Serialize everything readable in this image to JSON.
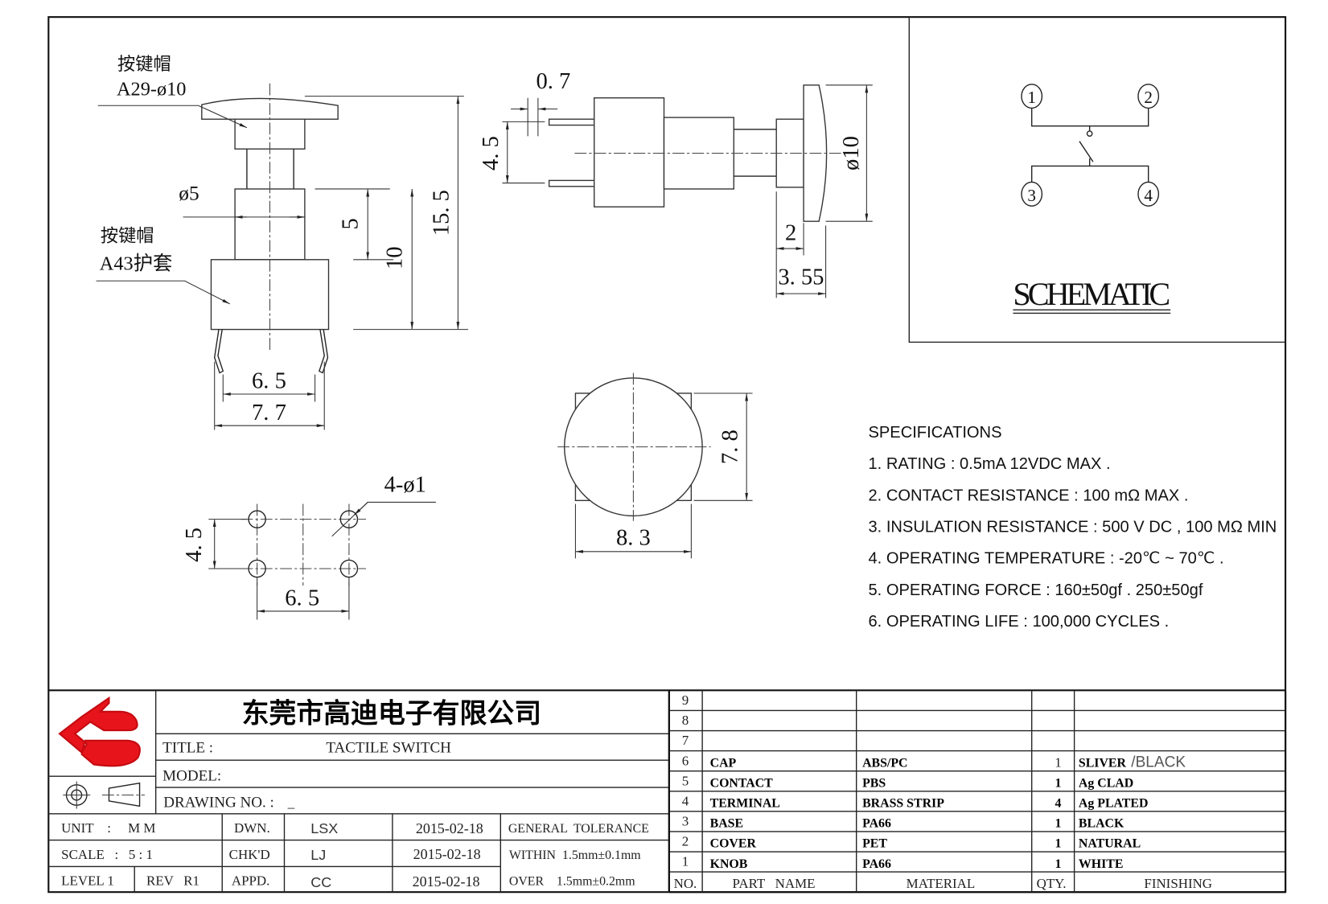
{
  "drawing": {
    "cap_label_cn": "按键帽",
    "cap_label_model": "A29-ø10",
    "cover_label_cn": "按键帽",
    "cover_label_model": "A43护套",
    "side_dims": {
      "stem_dia": "ø5",
      "plunger_h": "5",
      "body_to_top": "10",
      "total_h": "15. 5",
      "pin_inner": "6. 5",
      "pin_outer": "7. 7"
    },
    "front_dims": {
      "pin_w": "0. 7",
      "pin_pitch": "4. 5",
      "cap_dia": "ø10",
      "flange": "2",
      "cap_depth": "3. 55"
    },
    "top_dims": {
      "height": "7. 8",
      "width": "8. 3"
    },
    "footprint_dims": {
      "holes": "4-ø1",
      "pitch_v": "4. 5",
      "pitch_h": "6. 5"
    }
  },
  "schematic": {
    "title": "SCHEMATIC",
    "pins": [
      "1",
      "2",
      "3",
      "4"
    ]
  },
  "specifications": {
    "heading": "SPECIFICATIONS",
    "items": [
      "1. RATING : 0.5mA 12VDC MAX .",
      "2. CONTACT RESISTANCE : 100 mΩ MAX .",
      "3. INSULATION RESISTANCE : 500 V DC , 100 MΩ MIN",
      "4. OPERATING TEMPERATURE : -20℃ ~ 70℃ .",
      "5. OPERATING FORCE : 160±50gf . 250±50gf",
      "6. OPERATING LIFE : 100,000 CYCLES ."
    ]
  },
  "title_block": {
    "company": "东莞市高迪电子有限公司",
    "title_label": "TITLE :",
    "title_value": "TACTILE SWITCH",
    "model_label": "MODEL:",
    "drawing_no_label": "DRAWING NO.  :",
    "drawing_no_value": "_",
    "unit": "UNIT    :     M M",
    "scale": "SCALE   :   5 : 1",
    "level": "LEVEL 1",
    "rev": "REV   R1",
    "dwn_label": "DWN.",
    "chkd_label": "CHK'D",
    "appd_label": "APPD.",
    "dwn_name": "LSX",
    "chkd_name": "LJ",
    "appd_name": "CC",
    "dwn_date": "2015-02-18",
    "chkd_date": "2015-02-18",
    "appd_date": "2015-02-18",
    "tolerance_label": "GENERAL  TOLERANCE",
    "tolerance_within": "WITHIN  1.5mm±0.1mm",
    "tolerance_over": "OVER    1.5mm±0.2mm",
    "logo_color": "#e8141b"
  },
  "parts_table": {
    "headers": {
      "no": "NO.",
      "part": "PART   NAME",
      "material": "MATERIAL",
      "qty": "QTY.",
      "finishing": "FINISHING"
    },
    "rows": [
      {
        "no": "9",
        "part": "",
        "material": "",
        "qty": "",
        "finishing": "",
        "finishing_extra": ""
      },
      {
        "no": "8",
        "part": "",
        "material": "",
        "qty": "",
        "finishing": "",
        "finishing_extra": ""
      },
      {
        "no": "7",
        "part": "",
        "material": "",
        "qty": "",
        "finishing": "",
        "finishing_extra": ""
      },
      {
        "no": "6",
        "part": "CAP",
        "material": "ABS/PC",
        "qty": "1",
        "finishing": "SLIVER",
        "finishing_extra": "/BLACK"
      },
      {
        "no": "5",
        "part": "CONTACT",
        "material": "PBS",
        "qty": "1",
        "finishing": "Ag CLAD",
        "finishing_extra": ""
      },
      {
        "no": "4",
        "part": "TERMINAL",
        "material": "BRASS STRIP",
        "qty": "4",
        "finishing": "Ag PLATED",
        "finishing_extra": ""
      },
      {
        "no": "3",
        "part": "BASE",
        "material": "PA66",
        "qty": "1",
        "finishing": "BLACK",
        "finishing_extra": ""
      },
      {
        "no": "2",
        "part": "COVER",
        "material": "PET",
        "qty": "1",
        "finishing": "NATURAL",
        "finishing_extra": ""
      },
      {
        "no": "1",
        "part": "KNOB",
        "material": "PA66",
        "qty": "1",
        "finishing": "WHITE",
        "finishing_extra": ""
      }
    ]
  }
}
